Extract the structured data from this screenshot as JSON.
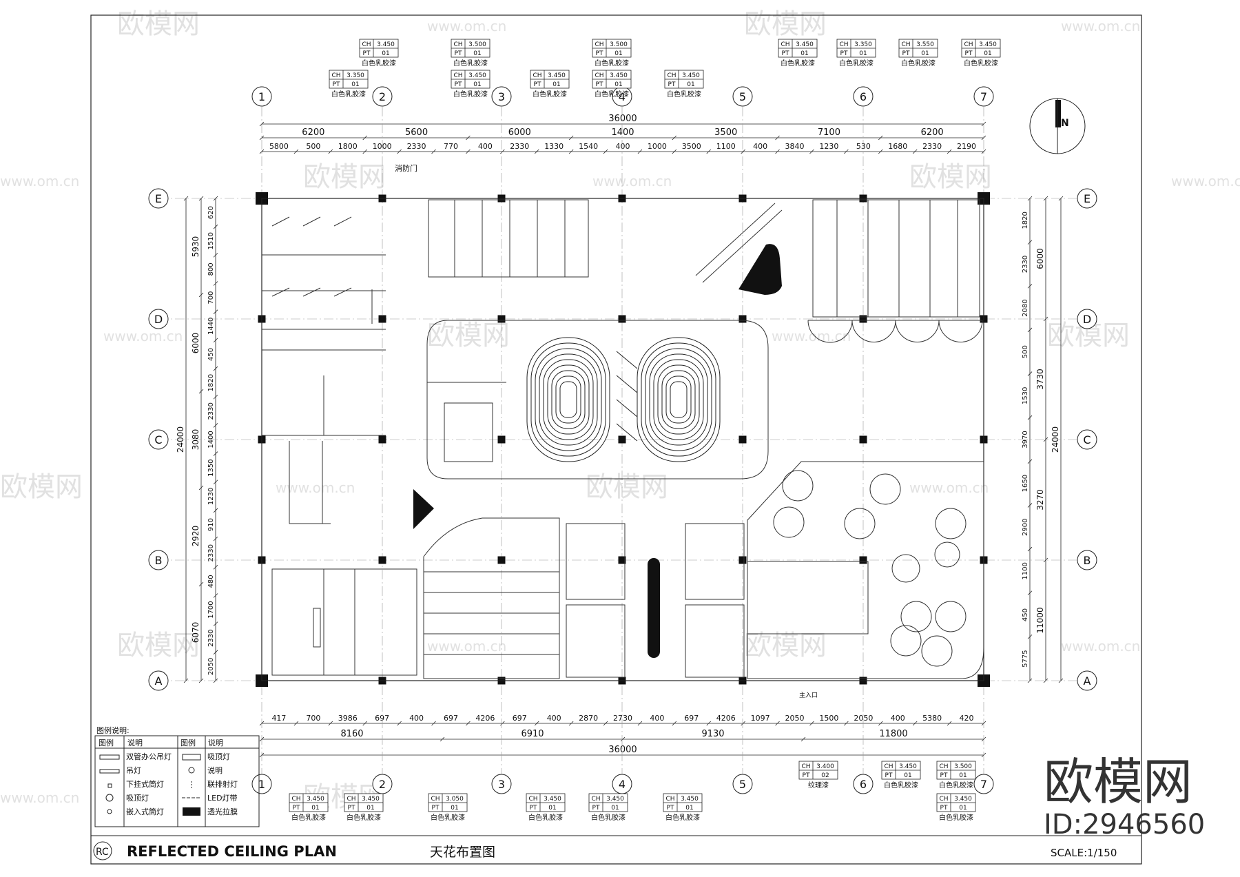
{
  "watermark": {
    "brand": "欧模网",
    "url": "www.om.cn",
    "big_brand": "欧模网",
    "id": "ID:2946560"
  },
  "grid": {
    "columns": [
      "1",
      "2",
      "3",
      "4",
      "5",
      "6",
      "7"
    ],
    "rows": [
      "E",
      "D",
      "C",
      "B",
      "A"
    ]
  },
  "north": "N",
  "dims": {
    "top_total": "36000",
    "top_row1": [
      "6200",
      "5600",
      "6000",
      "1400",
      "3500",
      "7100",
      "6200"
    ],
    "top_row2": [
      "5800",
      "500",
      "1800",
      "1000",
      "2330",
      "770",
      "400",
      "2330",
      "1330",
      "1540",
      "400",
      "1000",
      "3500",
      "1100",
      "400",
      "3840",
      "1230",
      "530",
      "1680",
      "2330",
      "2190"
    ],
    "bottom_row1": [
      "417",
      "700",
      "3986",
      "697",
      "400",
      "697",
      "4206",
      "697",
      "400",
      "2870",
      "2730",
      "400",
      "697",
      "4206",
      "1097",
      "2050",
      "1500",
      "2050",
      "400",
      "5380",
      "420"
    ],
    "bottom_row2": [
      "8160",
      "6910",
      "9130",
      "11800"
    ],
    "bottom_total": "36000",
    "left_outer": [
      "5930",
      "6000",
      "3080",
      "2920",
      "6070"
    ],
    "left_total": "24000",
    "left_inner": [
      "620",
      "1510",
      "800",
      "700",
      "1440",
      "450",
      "1820",
      "2330",
      "1400",
      "1350",
      "1230",
      "910",
      "2330",
      "480",
      "1700",
      "2330",
      "2050"
    ],
    "right_inner": [
      "1820",
      "2330",
      "2080",
      "500",
      "1530",
      "3970",
      "1650",
      "2900",
      "1100",
      "450",
      "5775"
    ],
    "right_outer": [
      "6000",
      "3730",
      "3270",
      "11000"
    ],
    "right_total": "24000"
  },
  "tags_top": [
    {
      "ch": "CH",
      "h": "3.450",
      "pt": "PT",
      "n": "01",
      "m": "白色乳胶漆"
    },
    {
      "ch": "CH",
      "h": "3.350",
      "pt": "PT",
      "n": "01",
      "m": "白色乳胶漆"
    },
    {
      "ch": "CH",
      "h": "3.500",
      "pt": "PT",
      "n": "01",
      "m": "白色乳胶漆"
    },
    {
      "ch": "CH",
      "h": "3.450",
      "pt": "PT",
      "n": "01",
      "m": "白色乳胶漆"
    },
    {
      "ch": "CH",
      "h": "3.450",
      "pt": "PT",
      "n": "01",
      "m": "白色乳胶漆"
    },
    {
      "ch": "CH",
      "h": "3.500",
      "pt": "PT",
      "n": "01",
      "m": "白色乳胶漆"
    },
    {
      "ch": "CH",
      "h": "3.450",
      "pt": "PT",
      "n": "01",
      "m": "白色乳胶漆"
    },
    {
      "ch": "CH",
      "h": "3.450",
      "pt": "PT",
      "n": "01",
      "m": "白色乳胶漆"
    },
    {
      "ch": "CH",
      "h": "3.450",
      "pt": "PT",
      "n": "01",
      "m": "白色乳胶漆"
    },
    {
      "ch": "CH",
      "h": "3.350",
      "pt": "PT",
      "n": "01",
      "m": "白色乳胶漆"
    },
    {
      "ch": "CH",
      "h": "3.550",
      "pt": "PT",
      "n": "01",
      "m": "白色乳胶漆"
    },
    {
      "ch": "CH",
      "h": "3.450",
      "pt": "PT",
      "n": "01",
      "m": "白色乳胶漆"
    }
  ],
  "tags_bottom": [
    {
      "ch": "CH",
      "h": "3.450",
      "pt": "PT",
      "n": "01",
      "m": "白色乳胶漆"
    },
    {
      "ch": "CH",
      "h": "3.450",
      "pt": "PT",
      "n": "01",
      "m": "白色乳胶漆"
    },
    {
      "ch": "CH",
      "h": "3.050",
      "pt": "PT",
      "n": "01",
      "m": "白色乳胶漆"
    },
    {
      "ch": "CH",
      "h": "3.450",
      "pt": "PT",
      "n": "01",
      "m": "白色乳胶漆"
    },
    {
      "ch": "CH",
      "h": "3.450",
      "pt": "PT",
      "n": "01",
      "m": "白色乳胶漆"
    },
    {
      "ch": "CH",
      "h": "3.450",
      "pt": "PT",
      "n": "01",
      "m": "白色乳胶漆"
    },
    {
      "ch": "CH",
      "h": "3.400",
      "pt": "PT",
      "n": "02",
      "m": "纹理漆"
    },
    {
      "ch": "CH",
      "h": "3.450",
      "pt": "PT",
      "n": "01",
      "m": "白色乳胶漆"
    },
    {
      "ch": "CH",
      "h": "3.500",
      "pt": "PT",
      "n": "01",
      "m": "白色乳胶漆"
    },
    {
      "ch": "CH",
      "h": "3.450",
      "pt": "PT",
      "n": "01",
      "m": "白色乳胶漆"
    }
  ],
  "labels": {
    "fire_door": "消防门",
    "main_entrance": "主入口"
  },
  "legend": {
    "title": "图例说明:",
    "h1": "图例",
    "h2": "说明",
    "h3": "图例",
    "h4": "说明",
    "items_left": [
      "双管办公吊灯",
      "吊灯",
      "下挂式筒灯",
      "吸顶灯",
      "嵌入式筒灯"
    ],
    "items_right": [
      "吸顶灯",
      "说明",
      "联排射灯",
      "LED灯带",
      "透光拉膜"
    ]
  },
  "title_block": {
    "code": "RC",
    "title_en": "REFLECTED CEILING PLAN",
    "title_cn": "天花布置图",
    "scale": "SCALE:1/150"
  }
}
